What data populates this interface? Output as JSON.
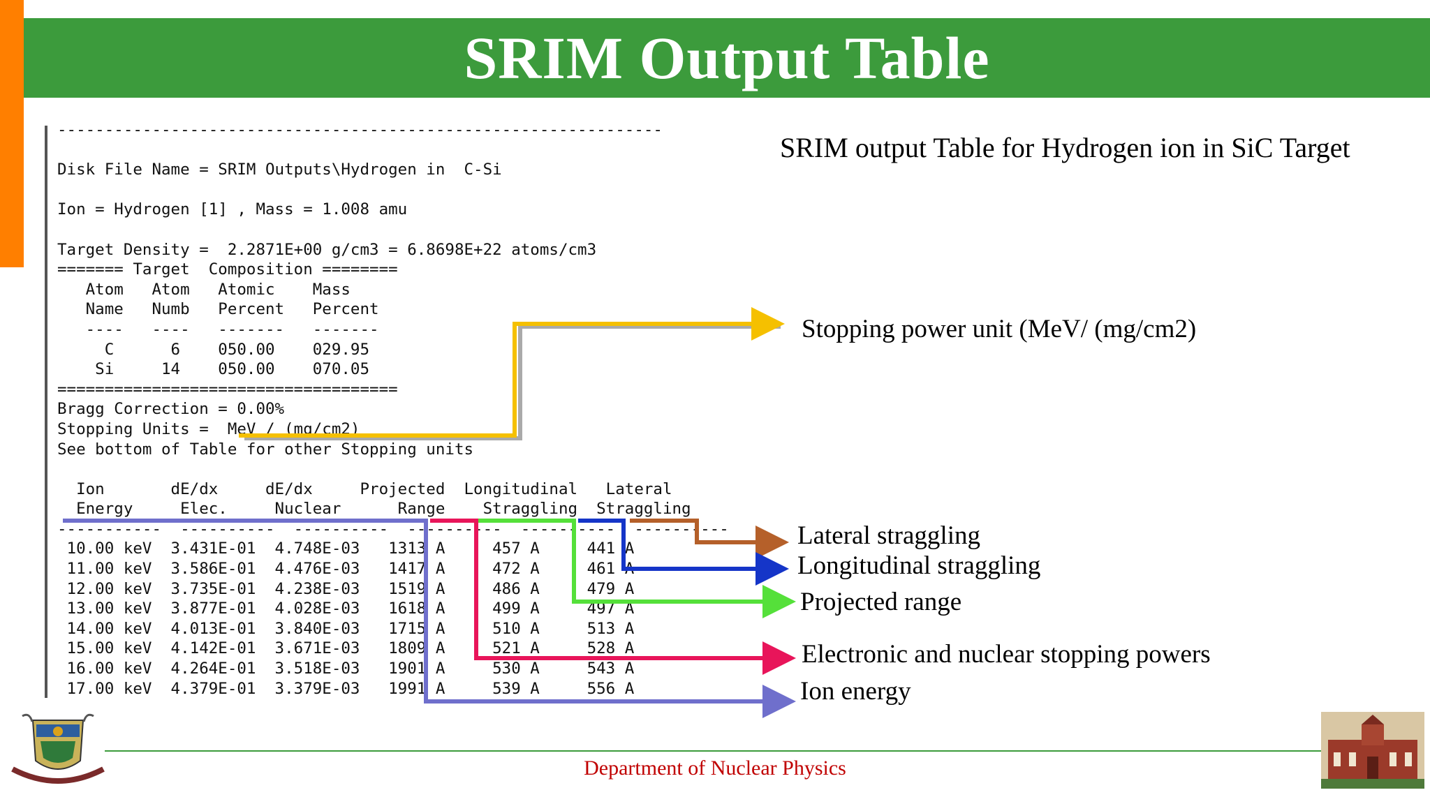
{
  "slide": {
    "title": "SRIM Output Table",
    "subtitle": "SRIM output Table for Hydrogen ion in SiC Target",
    "footer": "Department of Nuclear Physics"
  },
  "srim_output": {
    "separator": "----------------------------------------------------------------",
    "disk_file": "Disk File Name = SRIM Outputs\\Hydrogen in  C-Si",
    "ion": "Ion = Hydrogen [1] , Mass = 1.008 amu",
    "density": "Target Density =  2.2871E+00 g/cm3 = 6.8698E+22 atoms/cm3",
    "composition_header": "======= Target  Composition ========",
    "comp_col_1": "   Atom   Atom   Atomic    Mass",
    "comp_col_2": "   Name   Numb   Percent   Percent",
    "comp_dashes": "   ----   ----   -------   -------",
    "comp_rows": [
      "     C      6    050.00    029.95",
      "    Si     14    050.00    070.05"
    ],
    "comp_end": "====================================",
    "bragg": "Bragg Correction = 0.00%",
    "stopping_units": "Stopping Units =  MeV / (mg/cm2)",
    "see_bottom": "See bottom of Table for other Stopping units",
    "table_header_1": "  Ion       dE/dx     dE/dx     Projected  Longitudinal   Lateral",
    "table_header_2": "  Energy     Elec.     Nuclear      Range    Straggling  Straggling",
    "table_dashes": "-----------  ----------  ----------  ----------  ----------  ----------",
    "rows": [
      " 10.00 keV  3.431E-01  4.748E-03   1313 A     457 A     441 A",
      " 11.00 keV  3.586E-01  4.476E-03   1417 A     472 A     461 A",
      " 12.00 keV  3.735E-01  4.238E-03   1519 A     486 A     479 A",
      " 13.00 keV  3.877E-01  4.028E-03   1618 A     499 A     497 A",
      " 14.00 keV  4.013E-01  3.840E-03   1715 A     510 A     513 A",
      " 15.00 keV  4.142E-01  3.671E-03   1809 A     521 A     528 A",
      " 16.00 keV  4.264E-01  3.518E-03   1901 A     530 A     543 A",
      " 17.00 keV  4.379E-01  3.379E-03   1991 A     539 A     556 A"
    ]
  },
  "annotations": {
    "stopping_power_unit": "Stopping power unit (MeV/ (mg/cm2)",
    "lateral_straggling": "Lateral straggling",
    "longitudinal_straggling": "Longitudinal straggling",
    "projected_range": "Projected range",
    "stopping_powers": "Electronic and nuclear stopping powers",
    "ion_energy": "Ion energy"
  },
  "colors": {
    "title_band": "#3c9b3c",
    "side_bar": "#ff7f00",
    "footer_text": "#c00000",
    "arrow_stopping_unit": "#f5c000",
    "arrow_lateral": "#b5602a",
    "arrow_longitudinal": "#1535c8",
    "arrow_projected": "#55e03a",
    "arrow_stopping_powers": "#e8155a",
    "arrow_ion_energy": "#6f6fcc"
  },
  "icons": {
    "left_logo": "university-emblem-icon",
    "right_logo": "heritage-building-badge-icon"
  }
}
